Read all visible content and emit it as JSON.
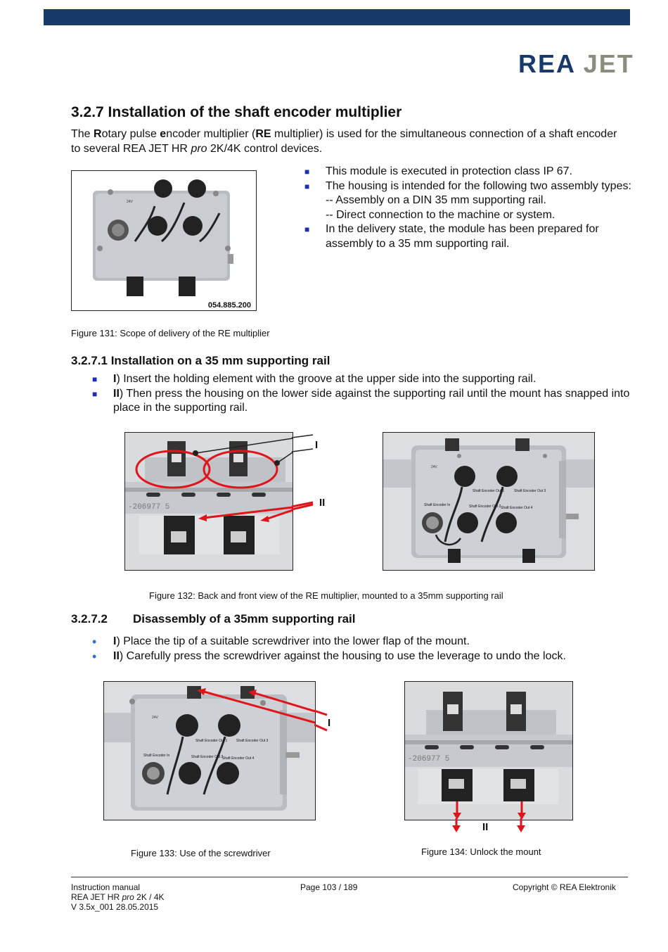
{
  "header": {
    "logo_part1": "REA",
    "logo_part2": "JET"
  },
  "section": {
    "title": "3.2.7 Installation of the shaft encoder multiplier",
    "intro": {
      "t1": "The ",
      "b1": "R",
      "t2": "otary pulse ",
      "b2": "e",
      "t3": "ncoder multiplier (",
      "b3": "RE",
      "t4": " multiplier) is used for the simultaneous connection of a shaft encoder to several REA JET HR ",
      "i1": "pro",
      "t5": " 2K/4K control devices."
    },
    "bullets": [
      "This module is executed in protection class IP 67.",
      "The housing is intended for the following two assembly types:",
      "-- Assembly on a DIN 35 mm supporting rail.",
      "-- Direct connection to the machine or system.",
      "In the delivery state, the module has been prepared for assembly to a 35 mm supporting rail."
    ],
    "bullet_icon": "square-bullet-icon"
  },
  "figure131": {
    "part_number": "054.885.200",
    "label_24v": "24V",
    "caption": "Figure 131: Scope of delivery of the RE multiplier"
  },
  "subsection1": {
    "title": "3.2.7.1  Installation on a 35 mm supporting rail",
    "steps": [
      {
        "num": "I",
        "text": ") Insert the holding element with the groove at the upper side into the supporting rail."
      },
      {
        "num": "II",
        "text": ") Then press the housing on the lower side against the supporting rail until the mount has snapped into place in the supporting rail."
      }
    ]
  },
  "figure132": {
    "label_I": "I",
    "label_II": "II",
    "rail_text": "-206977 5",
    "module_labels": {
      "v24": "24V",
      "out1": "Shaft Encoder Out 1",
      "out2": "Shaft Encoder Out 2",
      "out3": "Shaft Encoder Out 3",
      "out4": "Shaft Encoder Out 4",
      "in": "Shaft Encoder In"
    },
    "caption": "Figure 132: Back and front view of the RE multiplier, mounted to a 35mm supporting rail"
  },
  "subsection2": {
    "number": "3.2.7.2",
    "title": "Disassembly of a 35mm supporting rail",
    "steps": [
      {
        "num": "I",
        "text": ") Place the tip of a suitable screwdriver into the lower flap of the mount."
      },
      {
        "num": "II",
        "text": ") Carefully press the screwdriver against the housing to use the leverage to undo the lock."
      }
    ],
    "bullet_icon": "round-bullet-icon"
  },
  "figure133": {
    "label_I": "I",
    "caption": "Figure 133: Use of the screwdriver"
  },
  "figure134": {
    "label_II": "II",
    "rail_text": "-206977 5",
    "caption": "Figure 134: Unlock the mount"
  },
  "footer": {
    "line1": "Instruction manual",
    "line2_a": "REA JET HR ",
    "line2_i": "pro",
    "line2_b": " 2K / 4K",
    "line3": "V 3.5x_001   28.05.2015",
    "page": "Page 103 / 189",
    "copyright": "Copyright © REA Elektronik"
  },
  "colors": {
    "brand_navy": "#173a6b",
    "brand_gray": "#8b8e7d",
    "bullet_blue": "#1b2fb0",
    "highlight_red": "#e0141b"
  }
}
